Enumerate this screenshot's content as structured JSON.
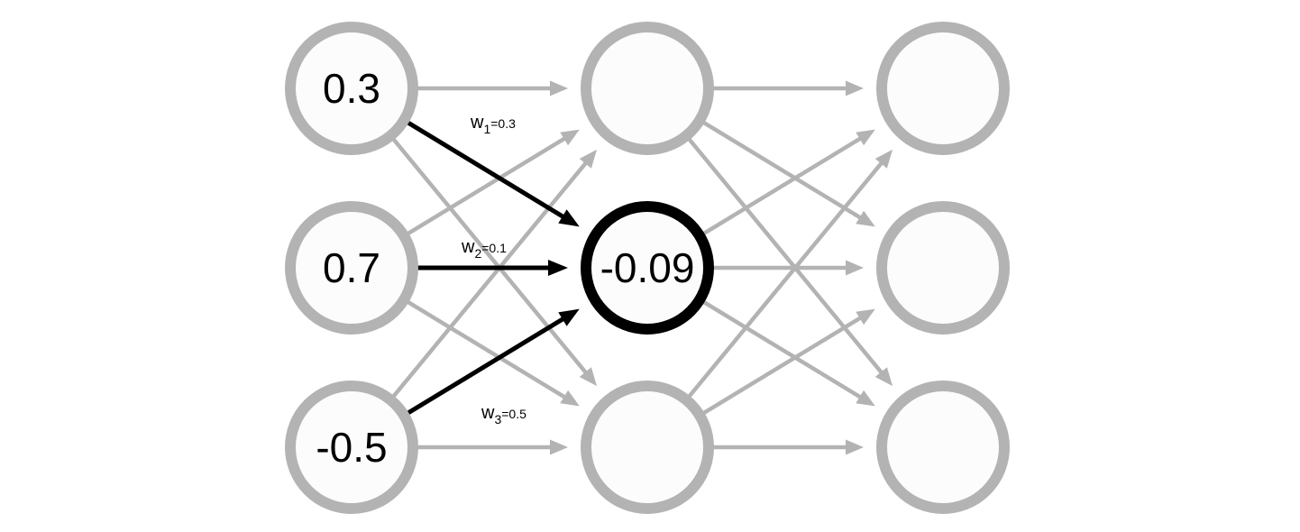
{
  "colors": {
    "inactive": "#b3b3b3",
    "active": "#000000",
    "node_fill": "#fdfcfd",
    "background": "#ffffff"
  },
  "layers": [
    {
      "nodes": [
        {
          "label": "0.3"
        },
        {
          "label": "0.7"
        },
        {
          "label": "-0.5"
        }
      ]
    },
    {
      "nodes": [
        {
          "label": ""
        },
        {
          "label": "-0.09",
          "active": true
        },
        {
          "label": ""
        }
      ]
    },
    {
      "nodes": [
        {
          "label": ""
        },
        {
          "label": ""
        },
        {
          "label": ""
        }
      ]
    }
  ],
  "active_edges": [
    {
      "from": [
        0,
        0
      ],
      "to": [
        1,
        1
      ]
    },
    {
      "from": [
        0,
        1
      ],
      "to": [
        1,
        1
      ]
    },
    {
      "from": [
        0,
        2
      ],
      "to": [
        1,
        1
      ]
    }
  ],
  "weights": [
    {
      "prefix": "w",
      "sub": "1",
      "value": "=0.3"
    },
    {
      "prefix": "w",
      "sub": "2",
      "value": "=0.1"
    },
    {
      "prefix": "w",
      "sub": "3",
      "value": "=0.5"
    }
  ]
}
